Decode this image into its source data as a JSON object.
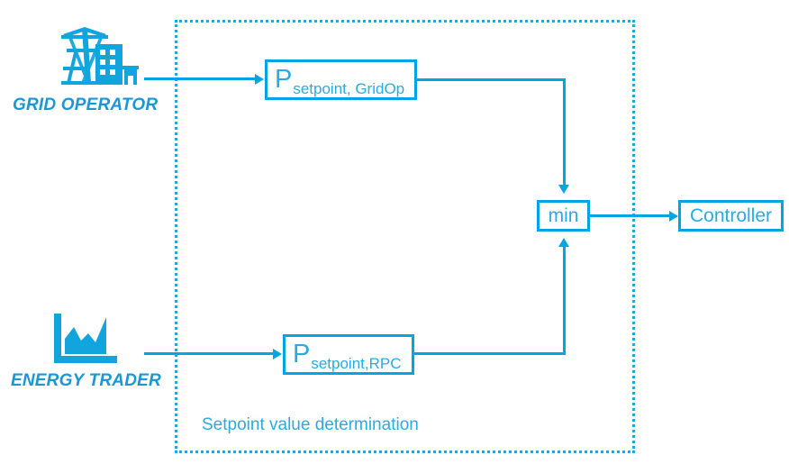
{
  "diagram": {
    "title": "Setpoint value determination",
    "accent_color": "#00a5e3",
    "text_color": "#29abe2",
    "label_color": "#1b97d4",
    "background": "#ffffff"
  },
  "actors": [
    {
      "id": "grid-operator",
      "label": "GRID OPERATOR",
      "icon": "transmission-tower-buildings-icon"
    },
    {
      "id": "energy-trader",
      "label": "ENERGY TRADER",
      "icon": "bar-chart-icon"
    }
  ],
  "blocks": [
    {
      "id": "setpoint-gridop",
      "base": "P",
      "subscript": "setpoint, GridOp"
    },
    {
      "id": "setpoint-rpc",
      "base": "P",
      "subscript": "setpoint,RPC"
    },
    {
      "id": "min",
      "label": "min"
    },
    {
      "id": "controller",
      "label": "Controller"
    }
  ],
  "group": {
    "caption": "Setpoint value determination",
    "border_style": "dotted"
  }
}
